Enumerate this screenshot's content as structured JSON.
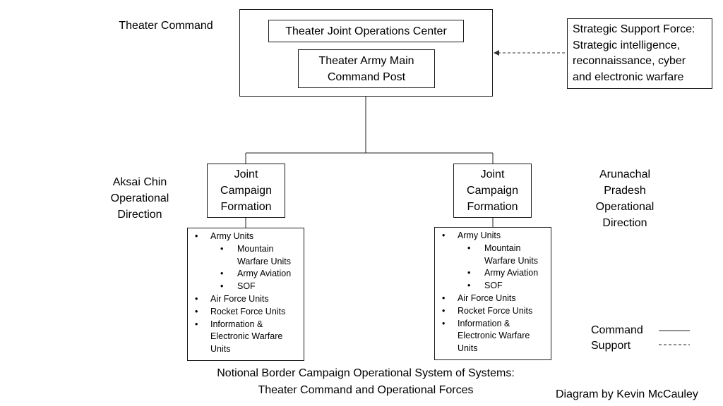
{
  "theater": {
    "label": "Theater Command",
    "jops_center": "Theater Joint Operations Center",
    "army_post": [
      "Theater Army Main",
      "Command Post"
    ]
  },
  "ssf": {
    "lines": [
      "Strategic Support Force:",
      "Strategic intelligence,",
      "reconnaissance, cyber",
      "and electronic warfare"
    ]
  },
  "directions": {
    "left": [
      "Aksai Chin",
      "Operational",
      "Direction"
    ],
    "right": [
      "Arunachal",
      "Pradesh",
      "Operational",
      "Direction"
    ]
  },
  "formations": {
    "left": [
      "Joint",
      "Campaign",
      "Formation"
    ],
    "right": [
      "Joint",
      "Campaign",
      "Formation"
    ]
  },
  "units": {
    "bullet": "•",
    "army": "Army Units",
    "mountain": [
      "Mountain",
      "Warfare Units"
    ],
    "aviation": "Army Aviation",
    "sof": "SOF",
    "air_force": "Air Force Units",
    "rocket": "Rocket Force Units",
    "info": [
      "Information &",
      "Electronic Warfare",
      "Units"
    ]
  },
  "legend": {
    "command": "Command",
    "support": "Support"
  },
  "caption": [
    "Notional Border Campaign Operational System of Systems:",
    "Theater Command and Operational Forces"
  ],
  "credit": "Diagram by Kevin McCauley"
}
